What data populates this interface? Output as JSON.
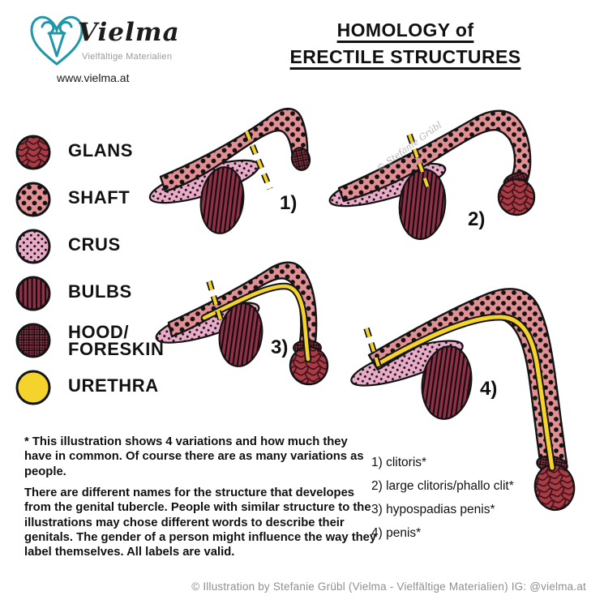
{
  "brand": {
    "name": "Vielma",
    "tagline": "Vielfältige Materialien",
    "url": "www.vielma.at"
  },
  "title": {
    "line1": "HOMOLOGY of",
    "line2": "ERECTILE STRUCTURES"
  },
  "legend": {
    "items": [
      {
        "label": "GLANS",
        "pattern": "glans-swirl"
      },
      {
        "label": "SHAFT",
        "pattern": "salmon-polka-dots"
      },
      {
        "label": "CRUS",
        "pattern": "pink-small-dots"
      },
      {
        "label": "BULBS",
        "pattern": "maroon-vertical-stripes"
      },
      {
        "label": "HOOD/\nFORESKIN",
        "pattern": "dark-crosshatch"
      },
      {
        "label": "URETHRA",
        "pattern": "solid-yellow"
      }
    ]
  },
  "figures": [
    {
      "number": "1)"
    },
    {
      "number": "2)"
    },
    {
      "number": "3)"
    },
    {
      "number": "4)"
    }
  ],
  "watermark": "© Stefanie Grübl",
  "notes": {
    "paragraph1": "* This illustration shows 4 variations and how much they have in common. Of course there are as many variations as people.",
    "paragraph2": "There are different names for the structure that developes from the genital tubercle. People with similar structure to the illustrations may chose different words to describe their genitals. The gender of a person might influence the way they label themselves. All labels are valid."
  },
  "figure_labels": [
    "1) clitoris*",
    "2) large clitoris/phallo clit*",
    "3) hypospadias penis*",
    "4) penis*"
  ],
  "footer": "© Illustration by Stefanie Grübl (Vielma - Vielfältige Materialien) IG: @vielma.at",
  "colors": {
    "accent_teal": "#2097a6",
    "glans_red": "#a83c45",
    "glans_line": "#44121a",
    "shaft_salmon": "#e28f94",
    "crus_pink": "#e9abc8",
    "bulbs_maroon": "#8e3247",
    "hood_maroon": "#823341",
    "urethra_yellow": "#f4d42c",
    "outline_black": "#141414"
  }
}
